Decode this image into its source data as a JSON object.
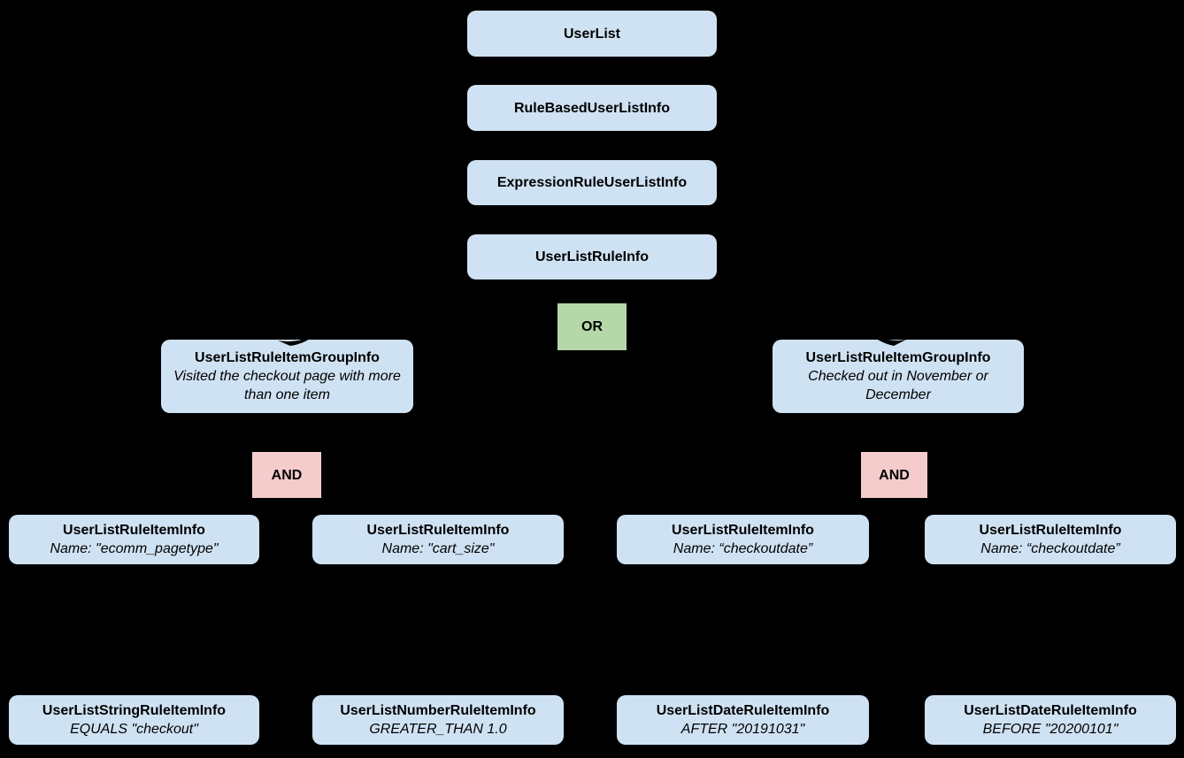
{
  "diagram": {
    "colors": {
      "background": "#000000",
      "class_fill": "#cfe2f3",
      "or_fill": "#b6d7a8",
      "and_fill": "#f4cccc",
      "text": "#000000"
    },
    "nodes": {
      "userlist": {
        "label": "UserList"
      },
      "rule_based_user_list_info": {
        "label": "RuleBasedUserListInfo"
      },
      "expression_rule_user_list_info": {
        "label": "ExpressionRuleUserListInfo"
      },
      "user_list_rule_info": {
        "label": "UserListRuleInfo"
      },
      "or_operator": {
        "label": "OR"
      },
      "group_left": {
        "label": "UserListRuleItemGroupInfo",
        "note": "Visited the checkout page with more than one item"
      },
      "group_right": {
        "label": "UserListRuleItemGroupInfo",
        "note": "Checked out in November or December"
      },
      "and_left": {
        "label": "AND"
      },
      "and_right": {
        "label": "AND"
      },
      "item_ecomm_pagetype": {
        "label": "UserListRuleItemInfo",
        "note": "Name: \"ecomm_pagetype\""
      },
      "item_cart_size": {
        "label": "UserListRuleItemInfo",
        "note": "Name: \"cart_size\""
      },
      "item_checkoutdate_left": {
        "label": "UserListRuleItemInfo",
        "note": "Name: “checkoutdate”"
      },
      "item_checkoutdate_right": {
        "label": "UserListRuleItemInfo",
        "note": "Name: “checkoutdate”"
      },
      "leaf_string": {
        "label": "UserListStringRuleItemInfo",
        "note": "EQUALS \"checkout\""
      },
      "leaf_number": {
        "label": "UserListNumberRuleItemInfo",
        "note": "GREATER_THAN 1.0"
      },
      "leaf_date_after": {
        "label": "UserListDateRuleItemInfo",
        "note": "AFTER \"20191031\""
      },
      "leaf_date_before": {
        "label": "UserListDateRuleItemInfo",
        "note": "BEFORE \"20200101\""
      }
    }
  }
}
